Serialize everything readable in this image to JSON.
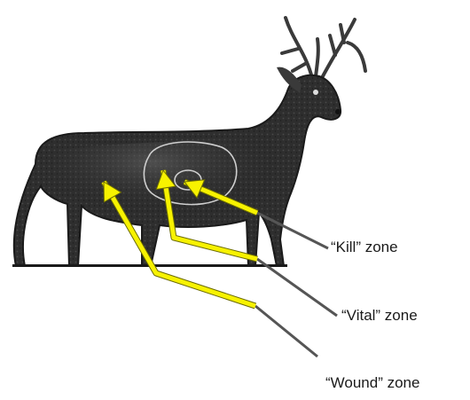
{
  "diagram": {
    "colors": {
      "arrow": "#f7f200",
      "arrow_edge": "#6b6b00",
      "shadow_line": "#555555",
      "deer_body": "#2e2e2e",
      "deer_highlight": "#7a7a7a",
      "zone_outline": "#cfcfcf",
      "background": "#ffffff"
    },
    "labels": {
      "kill": "“Kill” zone",
      "vital": "“Vital” zone",
      "wound": "“Wound” zone"
    },
    "icons": {
      "subject": "deer-silhouette-icon"
    }
  }
}
